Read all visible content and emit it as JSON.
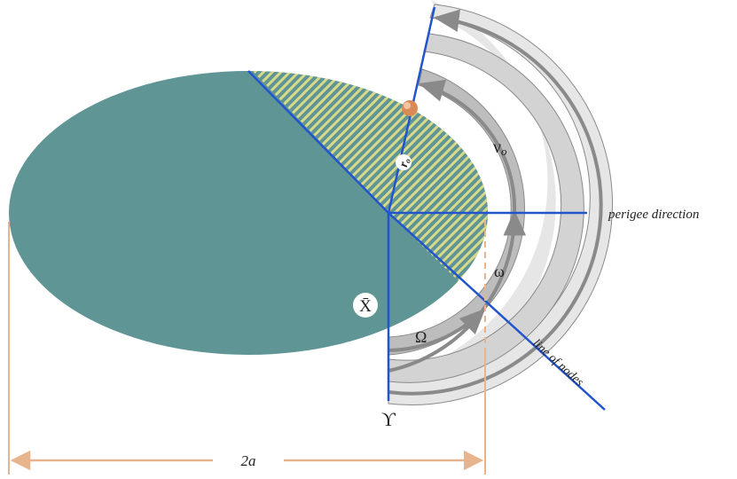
{
  "labels": {
    "perigee_direction": "perigee direction",
    "line_of_nodes": "line of nodes",
    "semi_major_axis": "2a",
    "true_anomaly": "ν",
    "true_anomaly_sub": "o",
    "arg_perigee": "ω",
    "raan": "Ω",
    "vernal_equinox": "♈",
    "vernal_symbol": "ϒ",
    "position_vector": "r",
    "position_vector_sub": "o",
    "x_bar": "X̄"
  },
  "colors": {
    "ellipse": "#5f9595",
    "hatch_yellow": "#d9d98a",
    "line_blue": "#2255cc",
    "arc_light": "#e6e6e6",
    "arc_mid": "#d3d3d3",
    "arc_dark": "#bdbdbd",
    "arc_outline": "#8a8a8a",
    "dimension": "#e8b48e",
    "satellite": "#d98a55"
  }
}
